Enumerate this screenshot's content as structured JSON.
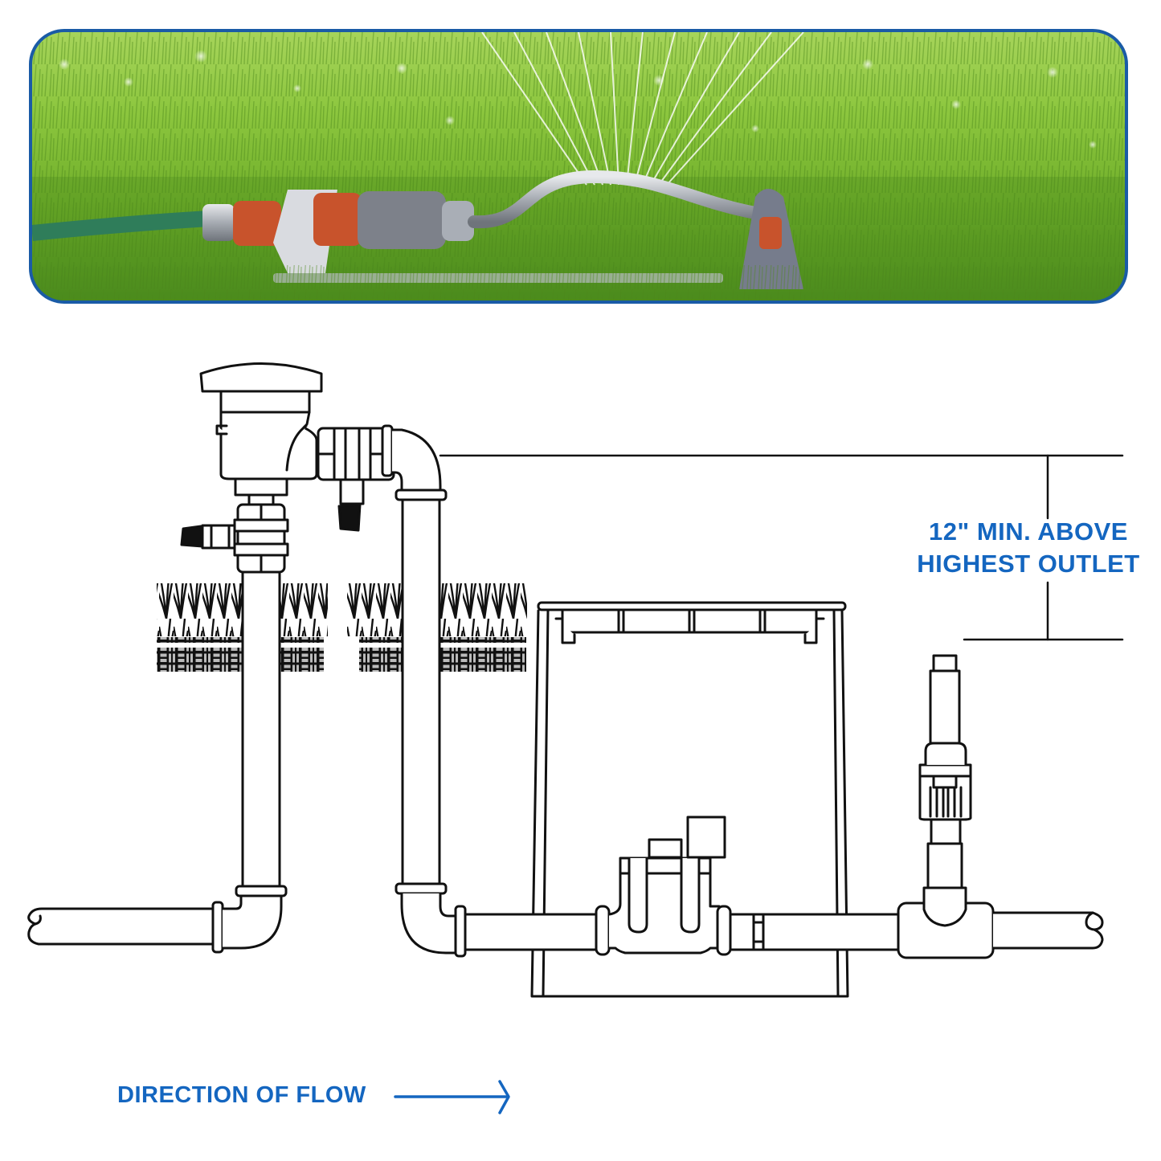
{
  "banner": {
    "alt": "oscillating lawn sprinkler connected to garden hose on green grass",
    "border_color": "#1a5ba6",
    "grass_colors": [
      "#a6d45a",
      "#8cc63e",
      "#6fae2a",
      "#4f8f1e"
    ],
    "hose_color": "#2f7d5a",
    "connector_color": "#c8532c",
    "body_color": "#7d818a"
  },
  "diagram": {
    "line_color": "#111111",
    "components": [
      "atmospheric-vacuum-breaker",
      "drain-valve-left",
      "drain-valve-right",
      "supply-pipe-inlet",
      "riser-pipe-left",
      "riser-pipe-right",
      "valve-box",
      "solenoid-valve",
      "tee-fitting",
      "pop-up-sprinkler-head",
      "outlet-pipe",
      "ground-grass-left-1",
      "ground-grass-left-2",
      "ground-grass-right-1",
      "ground-grass-right-2"
    ]
  },
  "labels": {
    "height_line1": "12\" MIN. ABOVE",
    "height_line2": "HIGHEST OUTLET",
    "flow": "DIRECTION OF FLOW",
    "accent_color": "#1466c0"
  }
}
